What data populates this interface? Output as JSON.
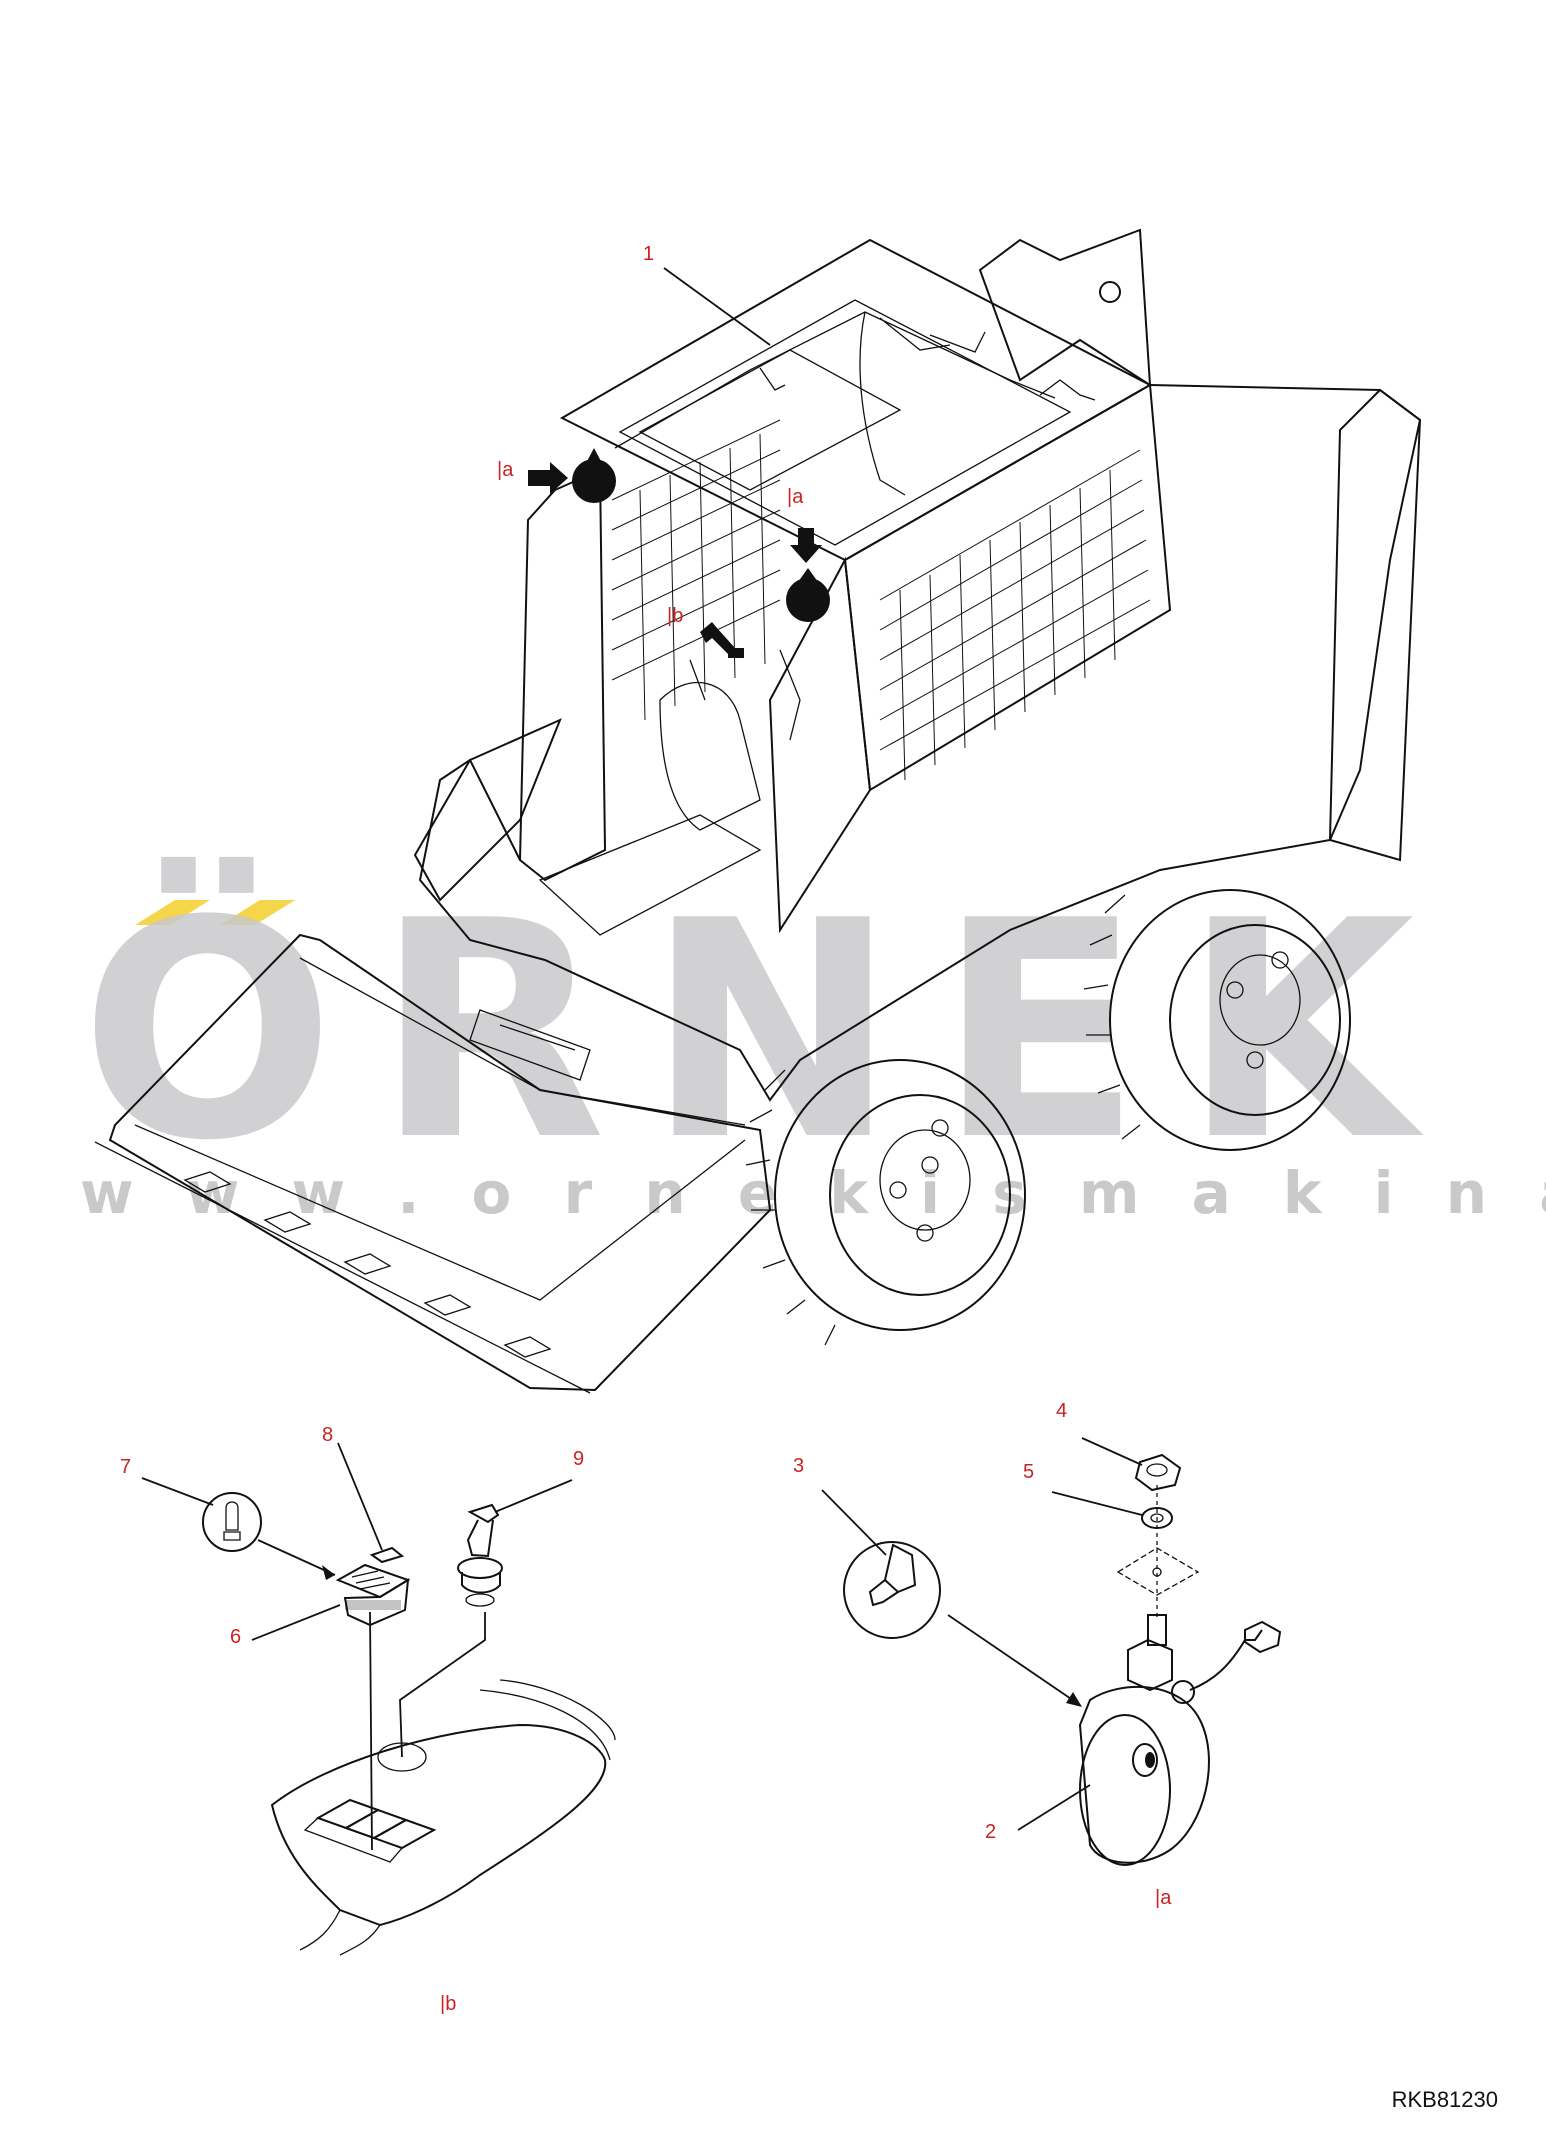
{
  "watermark": {
    "word": "ÖRNEK",
    "url": "w w w . o r n e k i s m a k i n a l a r i . c o m . t r",
    "accent_color": "#f5d54a",
    "text_color": "#c9c9cc"
  },
  "callouts": {
    "c1": "1",
    "c2": "2",
    "c3": "3",
    "c4": "4",
    "c5": "5",
    "c6": "6",
    "c7": "7",
    "c8": "8",
    "c9": "9"
  },
  "detail_refs": {
    "a_left": "|a",
    "a_right": "|a",
    "b_cab": "|b",
    "a_lamp": "|a",
    "b_panel": "|b"
  },
  "drawing_code": "RKB81230",
  "colors": {
    "callout": "#cc2222",
    "line": "#111111"
  }
}
